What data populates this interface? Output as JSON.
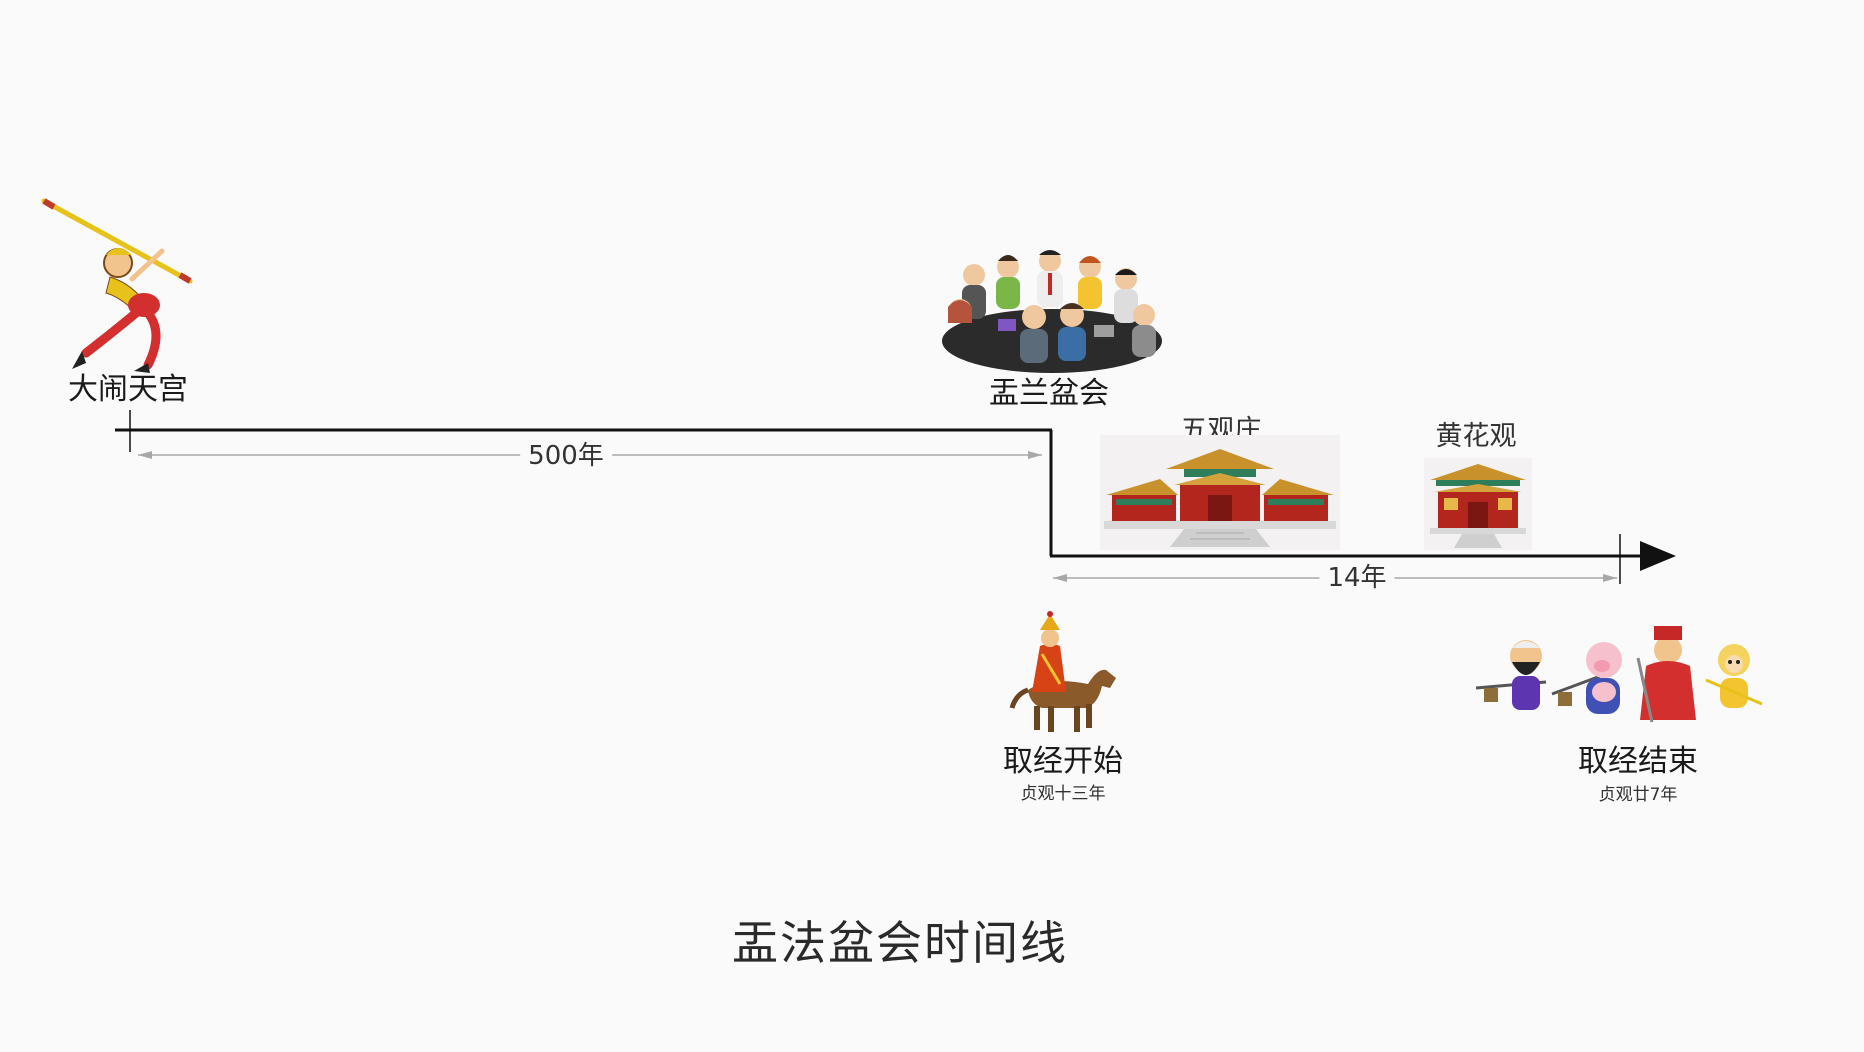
{
  "title": "盂法盆会时间线",
  "events": {
    "havoc": {
      "label": "大闹天宫",
      "icon": "monkey-king-icon"
    },
    "ullambana": {
      "label": "盂兰盆会",
      "icon": "meeting-people-icon"
    },
    "journey_start": {
      "label": "取经开始",
      "sublabel": "贞观十三年",
      "icon": "monk-on-horse-icon"
    },
    "journey_end": {
      "label": "取经结束",
      "sublabel": "贞观廿7年",
      "icon": "pilgrims-group-icon"
    }
  },
  "places": {
    "wuzhuang": {
      "label": "五观庄",
      "icon": "temple-large-icon"
    },
    "huanghua": {
      "label": "黄花观",
      "icon": "temple-small-icon"
    }
  },
  "durations": {
    "first": "500年",
    "second": "14年"
  },
  "colors": {
    "axis": "#111111",
    "dimension": "#a8a8a8",
    "temple_roof": "#c8912c",
    "temple_wall": "#b3261e"
  }
}
